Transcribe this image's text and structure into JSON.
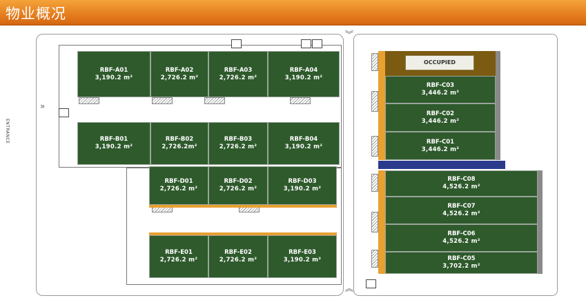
{
  "header": {
    "title": "物业概况"
  },
  "site_plan": {
    "entrance_label": "ENTRANCE",
    "occupied_label": "OCCUPIED",
    "units": [
      {
        "id": "RBF-A01",
        "area": "3,190.2 m²"
      },
      {
        "id": "RBF-A02",
        "area": "2,726.2 m²"
      },
      {
        "id": "RBF-A03",
        "area": "2,726.2 m²"
      },
      {
        "id": "RBF-A04",
        "area": "3,190.2 m²"
      },
      {
        "id": "RBF-B01",
        "area": "3,190.2 m²"
      },
      {
        "id": "RBF-B02",
        "area": "2,726.2m²"
      },
      {
        "id": "RBF-B03",
        "area": "2,726.2 m²"
      },
      {
        "id": "RBF-B04",
        "area": "3,190.2 m²"
      },
      {
        "id": "RBF-D01",
        "area": "2,726.2 m²"
      },
      {
        "id": "RBF-D02",
        "area": "2,726.2 m²"
      },
      {
        "id": "RBF-D03",
        "area": "3,190.2 m²"
      },
      {
        "id": "RBF-E01",
        "area": "2,726.2 m²"
      },
      {
        "id": "RBF-E02",
        "area": "2,726.2 m²"
      },
      {
        "id": "RBF-E03",
        "area": "3,190.2 m²"
      },
      {
        "id": "RBF-C03",
        "area": "3,446.2 m²"
      },
      {
        "id": "RBF-C02",
        "area": "3,446.2 m²"
      },
      {
        "id": "RBF-C01",
        "area": "3,446.2 m²"
      },
      {
        "id": "RBF-C08",
        "area": "4,526.2 m²"
      },
      {
        "id": "RBF-C07",
        "area": "4,526.2 m²"
      },
      {
        "id": "RBF-C06",
        "area": "4,526.2 m²"
      },
      {
        "id": "RBF-C05",
        "area": "3,702.2 m²"
      }
    ]
  },
  "colors": {
    "header_orange": "#e2781b",
    "unit_green": "#2e5a2c",
    "occupied_brown": "#7b5b12",
    "loading_orange": "#e8a030"
  }
}
